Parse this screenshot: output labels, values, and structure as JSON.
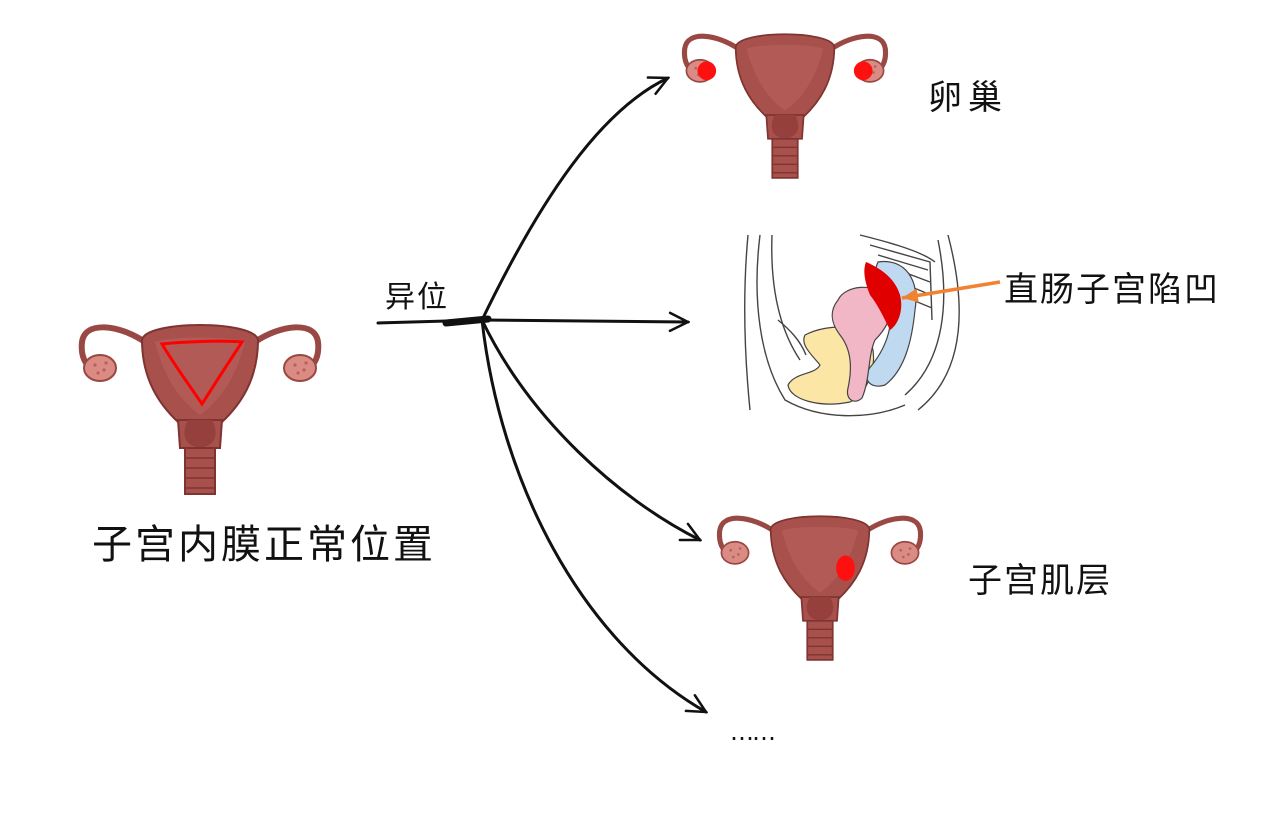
{
  "labels": {
    "normal_position": "子宫内膜正常位置",
    "ectopic": "异位",
    "ovary": "卵巢",
    "rectouterine_pouch": "直肠子宫陷凹",
    "myometrium": "子宫肌层",
    "more": "……"
  },
  "colors": {
    "uterus_body": "#a8504c",
    "uterus_dark": "#7e3431",
    "ovary_fill": "#d98b84",
    "lesion_red": "#ff0000",
    "arrow_orange": "#f08232",
    "bladder_yellow": "#fbe6a6",
    "rectum_blue": "#bfd9f0",
    "uterus_pink": "#f2b7c6",
    "stroke_black": "#111111"
  }
}
